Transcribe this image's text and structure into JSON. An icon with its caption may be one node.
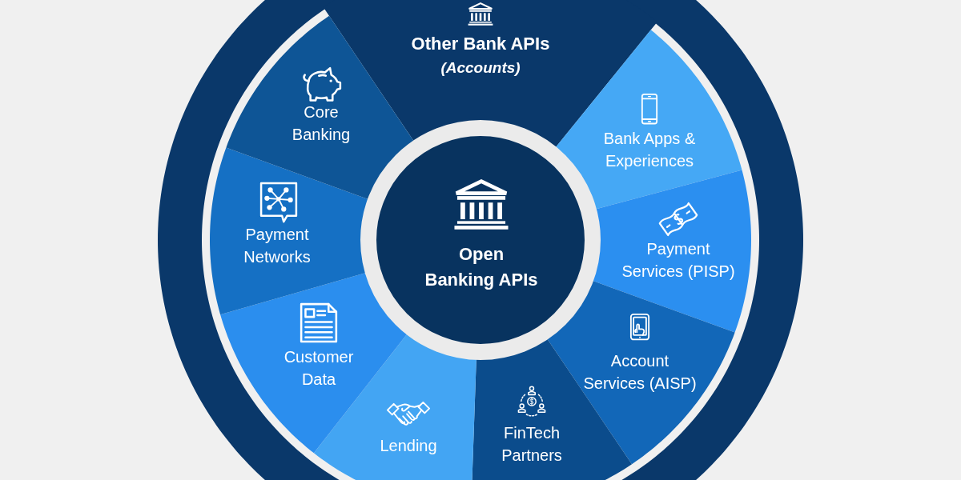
{
  "diagram": {
    "nodes": [
      {
        "text": [
          "Open Banking APIs"
        ]
      },
      {
        "text": [
          "Other Bank APIs",
          "(Accounts)"
        ]
      },
      {
        "text": [
          "Bank Apps & Experiences"
        ]
      },
      {
        "text": [
          "Payment Services (PISP)"
        ]
      },
      {
        "text": [
          "Account Services (AISP)"
        ]
      },
      {
        "text": [
          "FinTech Partners"
        ]
      },
      {
        "text": [
          "Lending"
        ]
      },
      {
        "text": [
          "Customer Data"
        ]
      },
      {
        "text": [
          "Payment Networks"
        ]
      },
      {
        "text": [
          "Core Banking"
        ]
      }
    ]
  }
}
